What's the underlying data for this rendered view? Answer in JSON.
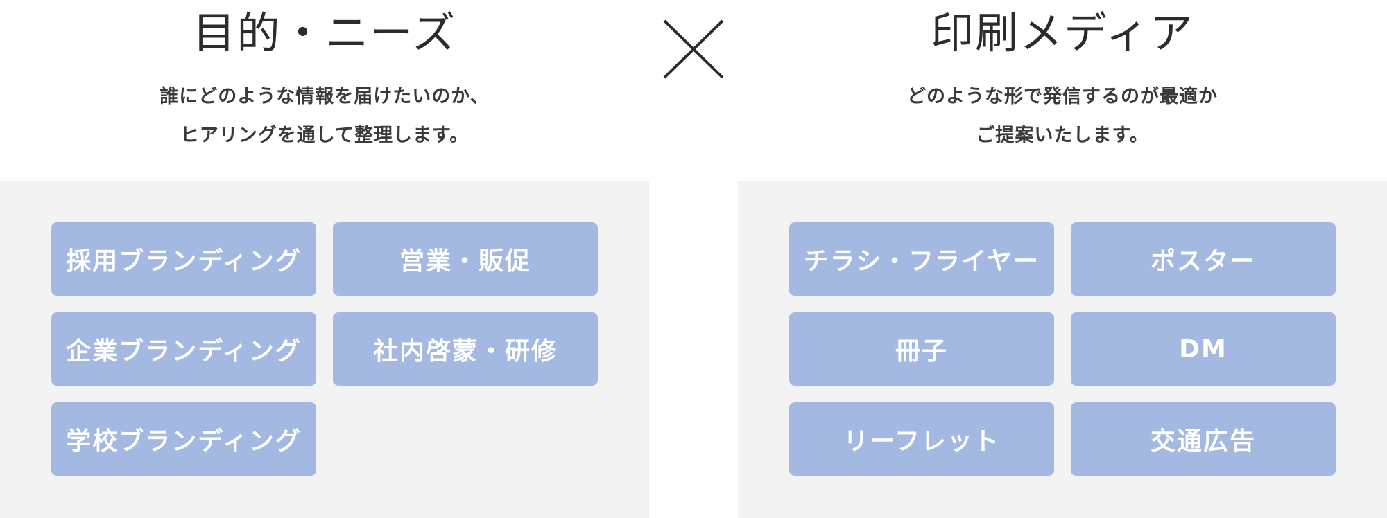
{
  "needs": {
    "title": "目的・ニーズ",
    "description": [
      "誰にどのような情報を届けたいのか、",
      "ヒアリングを通して整理します。"
    ],
    "tags": [
      "採用ブランディング",
      "営業・販促",
      "企業ブランディング",
      "社内啓蒙・研修",
      "学校ブランディング"
    ]
  },
  "media": {
    "title": "印刷メディア",
    "description": [
      "どのような形で発信するのが最適か",
      "ご提案いたします。"
    ],
    "tags": [
      "チラシ・フライヤー",
      "ポスター",
      "冊子",
      "DM",
      "リーフレット",
      "交通広告"
    ]
  },
  "divider_icon": "times-icon",
  "colors": {
    "tag_background": "#a4b9e2",
    "panel_background": "#f3f3f3",
    "text": "#333333"
  }
}
